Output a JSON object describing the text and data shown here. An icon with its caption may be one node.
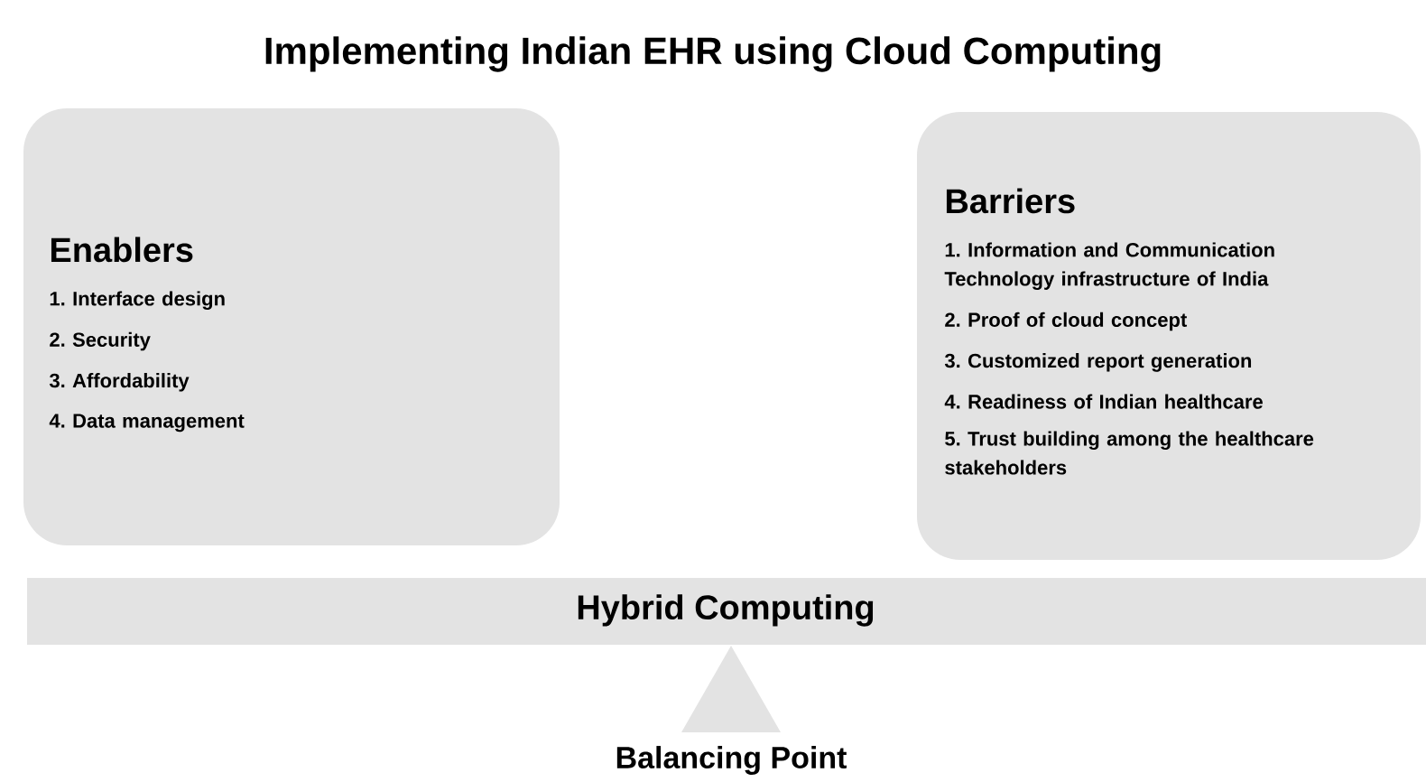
{
  "diagram": {
    "title": "Implementing Indian EHR using Cloud Computing",
    "nodes": [
      {
        "text": [
          "Enablers",
          "1. Interface design",
          "2. Security",
          "3. Affordability",
          "4. Data management"
        ]
      },
      {
        "text": [
          "Barriers",
          "1. Information and Communication Technology infrastructure of India",
          "2. Proof of cloud concept",
          "3. Customized report generation",
          "4. Readiness of Indian healthcare",
          "5. Trust building among the healthcare stakeholders"
        ]
      },
      {
        "text": [
          "Hybrid Computing"
        ]
      },
      {
        "text": [],
        "shape": "triangle",
        "beside": [
          "Balancing Point"
        ]
      }
    ],
    "edges": []
  }
}
